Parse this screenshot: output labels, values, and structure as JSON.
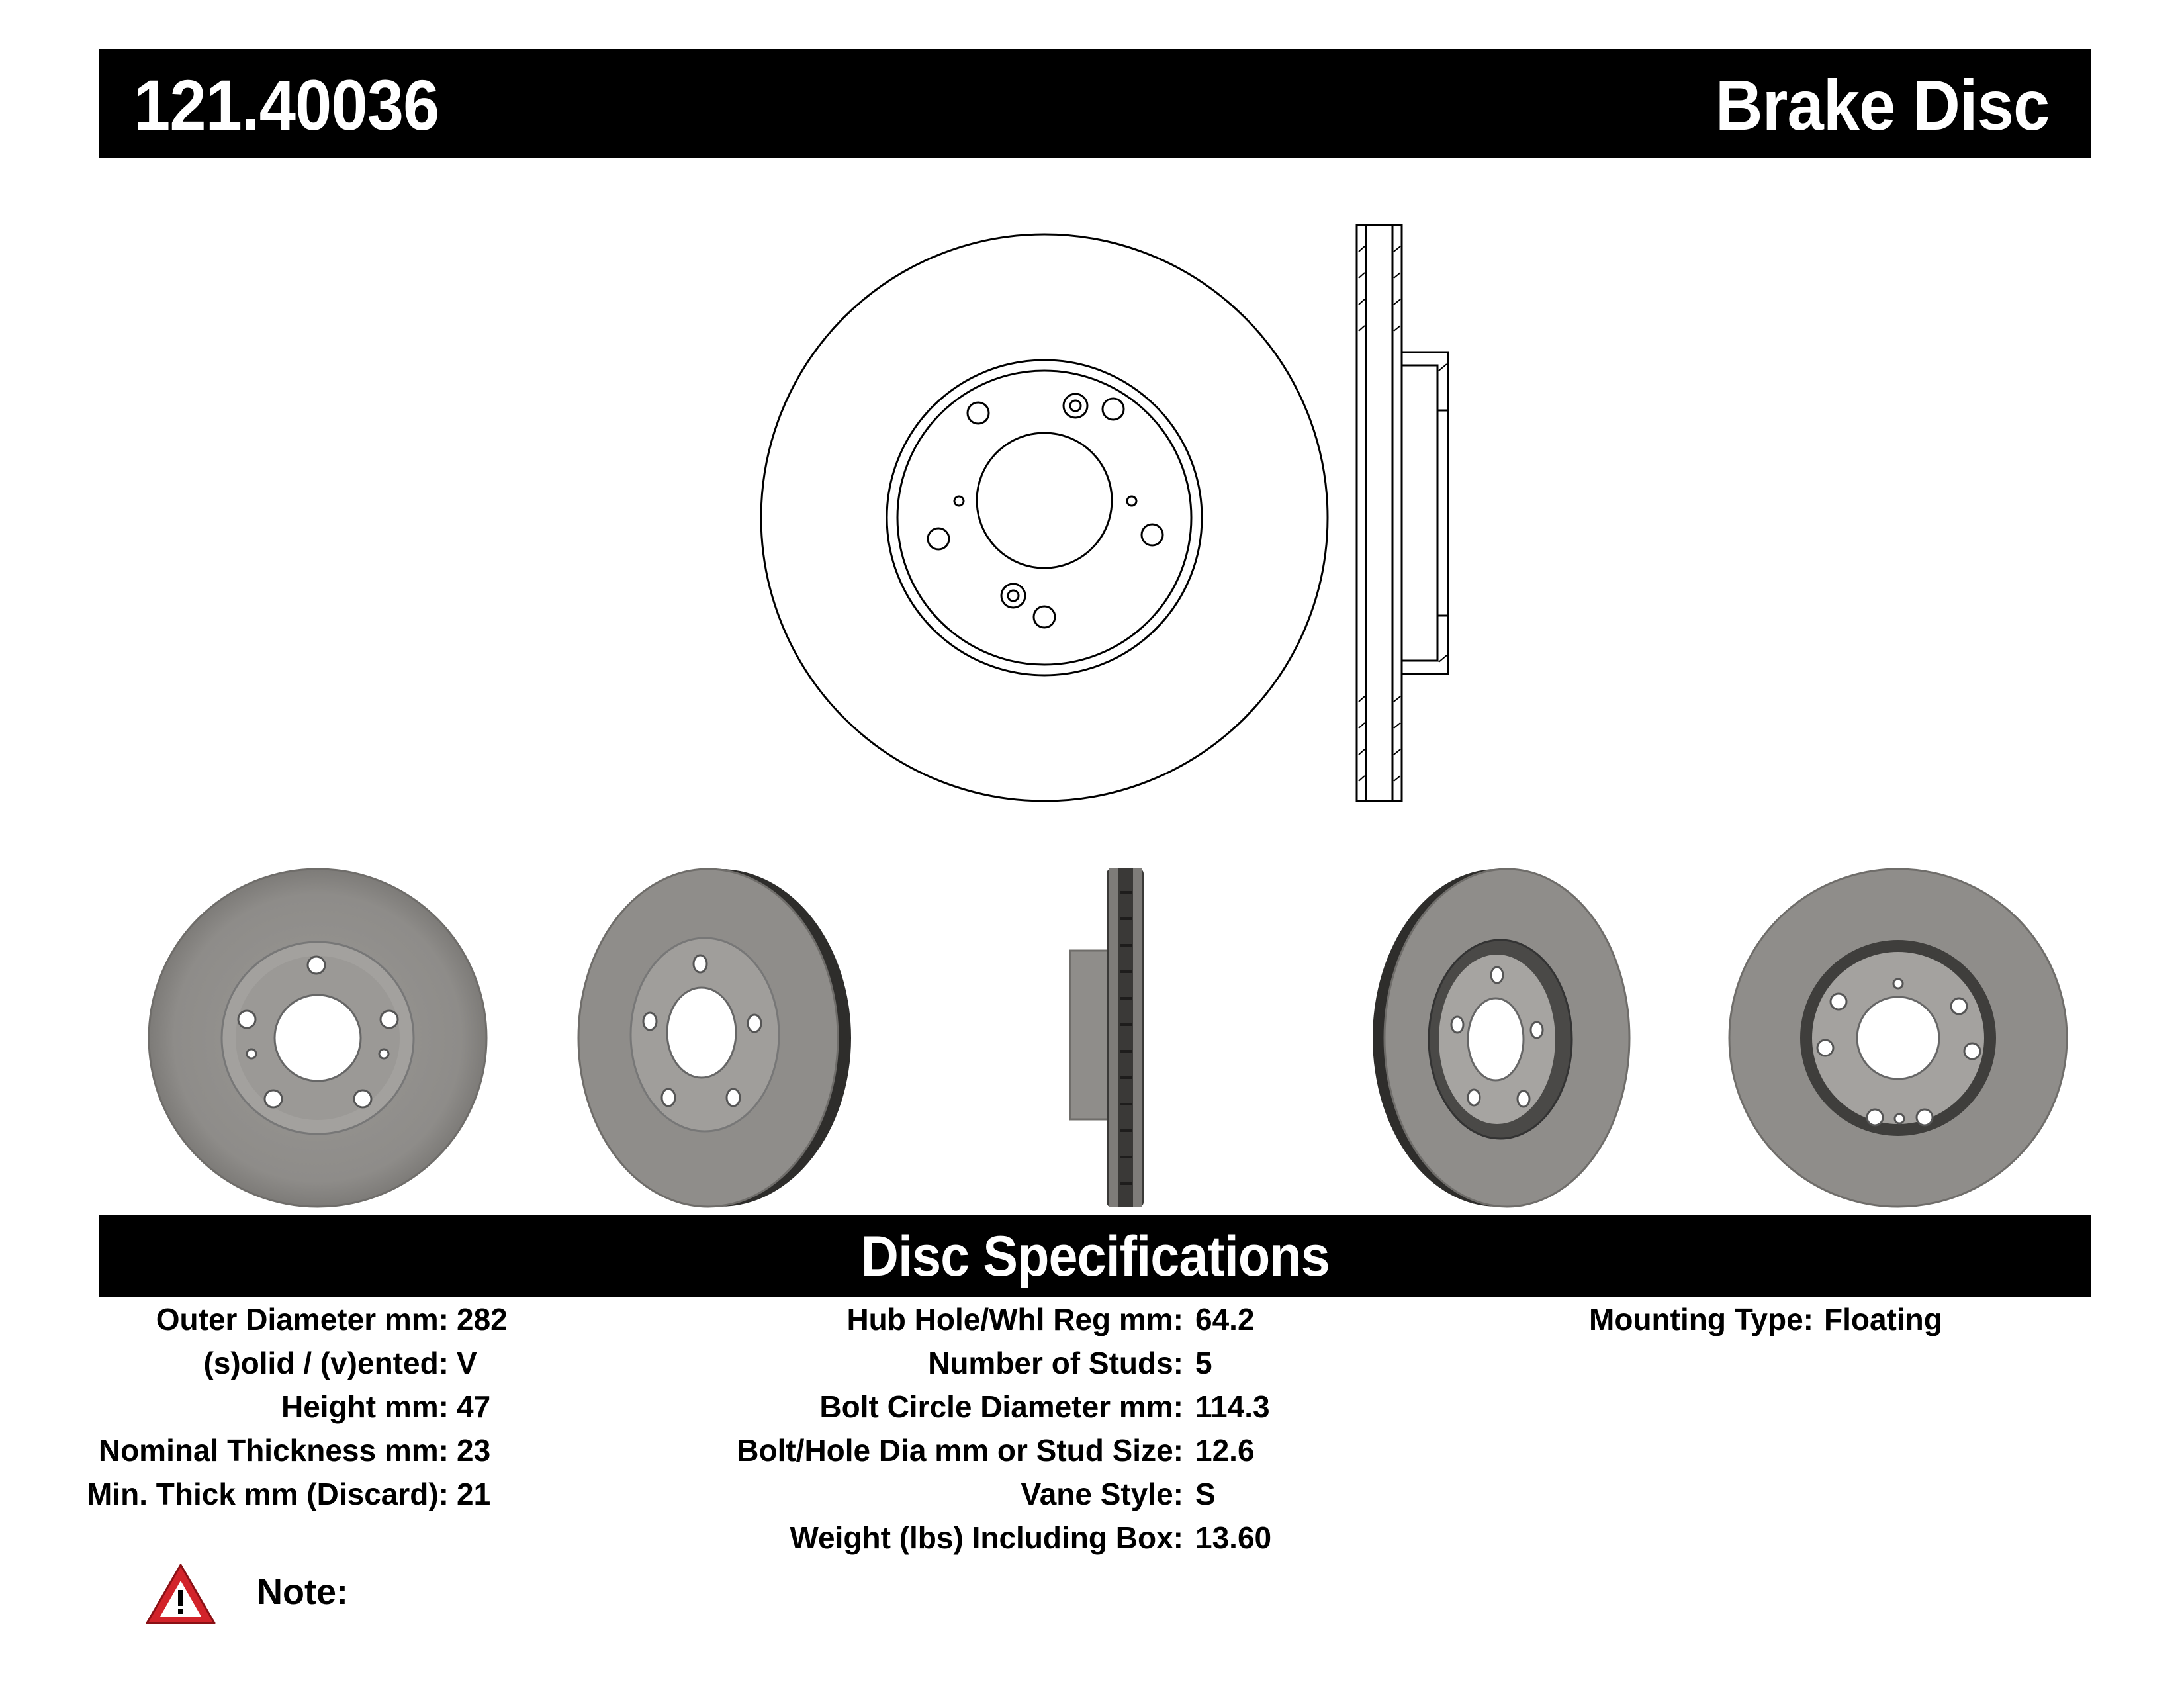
{
  "header": {
    "part_number": "121.40036",
    "title": "Brake Disc"
  },
  "specs_title": "Disc Specifications",
  "specs": {
    "left": [
      {
        "label": "Outer Diameter mm:",
        "value": "282"
      },
      {
        "label": "(s)olid / (v)ented:",
        "value": "V"
      },
      {
        "label": "Height mm:",
        "value": "47"
      },
      {
        "label": "Nominal Thickness mm:",
        "value": "23"
      },
      {
        "label": "Min. Thick mm (Discard):",
        "value": "21"
      }
    ],
    "middle": [
      {
        "label": "Hub Hole/Whl Reg mm:",
        "value": "64.2"
      },
      {
        "label": "Number of Studs:",
        "value": "5"
      },
      {
        "label": "Bolt Circle Diameter mm:",
        "value": "114.3"
      },
      {
        "label": "Bolt/Hole Dia mm or Stud Size:",
        "value": "12.6"
      },
      {
        "label": "Vane Style:",
        "value": "S"
      },
      {
        "label": "Weight (lbs) Including Box:",
        "value": "13.60"
      }
    ],
    "right": [
      {
        "label": "Mounting Type:",
        "value": "Floating"
      }
    ]
  },
  "note": {
    "label": "Note:",
    "icon": "warning-triangle-icon"
  },
  "colors": {
    "bar": "#000000",
    "rotor": "#8f8d8a",
    "warning_red": "#d2232a"
  }
}
